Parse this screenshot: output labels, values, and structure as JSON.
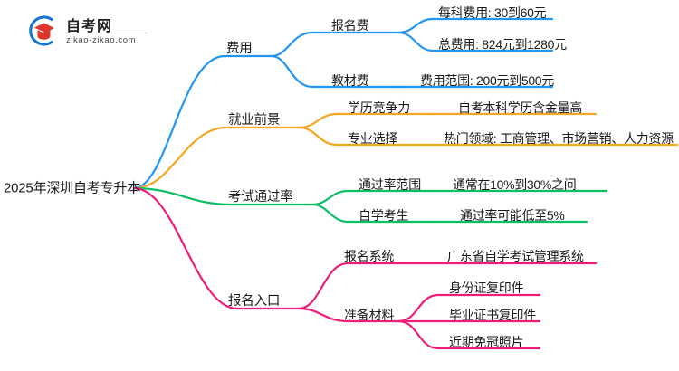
{
  "logo": {
    "brand_name": "自考网",
    "domain": "zikao-zikao.com",
    "mark_icon": "graduation-cap-swoosh-icon",
    "colors": {
      "swoosh": "#1a75d1",
      "cap": "#e0352b",
      "cap_dark": "#b52a22"
    }
  },
  "mindmap": {
    "root": {
      "label": "2025年深圳自考专升本"
    },
    "colors": {
      "fee": "#2196f3",
      "employment": "#f5a623",
      "pass_rate": "#0bbf6a",
      "registration": "#ec1e79"
    },
    "branches": [
      {
        "id": "fee",
        "label": "费用",
        "color": "#2196f3",
        "children": [
          {
            "label": "报名费",
            "children": [
              {
                "label": "每科费用: 30到60元"
              },
              {
                "label": "总费用: 824元到1280元"
              }
            ]
          },
          {
            "label": "教材费",
            "children": [
              {
                "label": "费用范围: 200元到500元"
              }
            ]
          }
        ]
      },
      {
        "id": "employment",
        "label": "就业前景",
        "color": "#f5a623",
        "children": [
          {
            "label": "学历竞争力",
            "children": [
              {
                "label": "自考本科学历含金量高"
              }
            ]
          },
          {
            "label": "专业选择",
            "children": [
              {
                "label": "热门领域: 工商管理、市场营销、人力资源"
              }
            ]
          }
        ]
      },
      {
        "id": "pass_rate",
        "label": "考试通过率",
        "color": "#0bbf6a",
        "children": [
          {
            "label": "通过率范围",
            "children": [
              {
                "label": "通常在10%到30%之间"
              }
            ]
          },
          {
            "label": "自学考生",
            "children": [
              {
                "label": "通过率可能低至5%"
              }
            ]
          }
        ]
      },
      {
        "id": "registration",
        "label": "报名入口",
        "color": "#ec1e79",
        "children": [
          {
            "label": "报名系统",
            "children": [
              {
                "label": "广东省自学考试管理系统"
              }
            ]
          },
          {
            "label": "准备材料",
            "children": [
              {
                "label": "身份证复印件"
              },
              {
                "label": "毕业证书复印件"
              },
              {
                "label": "近期免冠照片"
              }
            ]
          }
        ]
      }
    ]
  }
}
